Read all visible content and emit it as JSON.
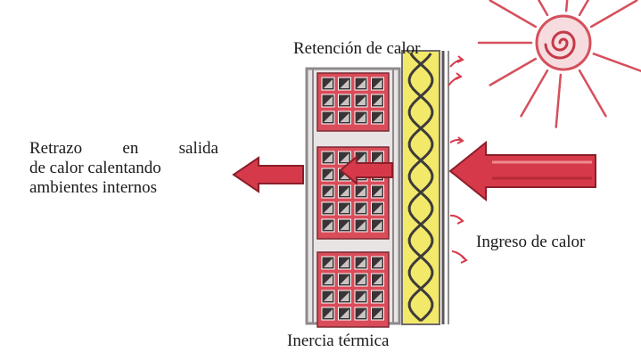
{
  "diagram": {
    "top_label": "Retención de calor",
    "left_label_lines": [
      "Retrazo en salida",
      "de calor calentando",
      "ambientes internos"
    ],
    "right_label": "Ingreso de calor",
    "bottom_label": "Inercia térmica"
  },
  "colors": {
    "arrow_red": "#d63a4a",
    "arrow_outline": "#8a1f2a",
    "brick_red": "#d94c5a",
    "cell_dark": "#3b3436",
    "wall_gray": "#8e8a8c",
    "insulation_yellow": "#f2e96a",
    "sun_red": "#d5505c"
  }
}
